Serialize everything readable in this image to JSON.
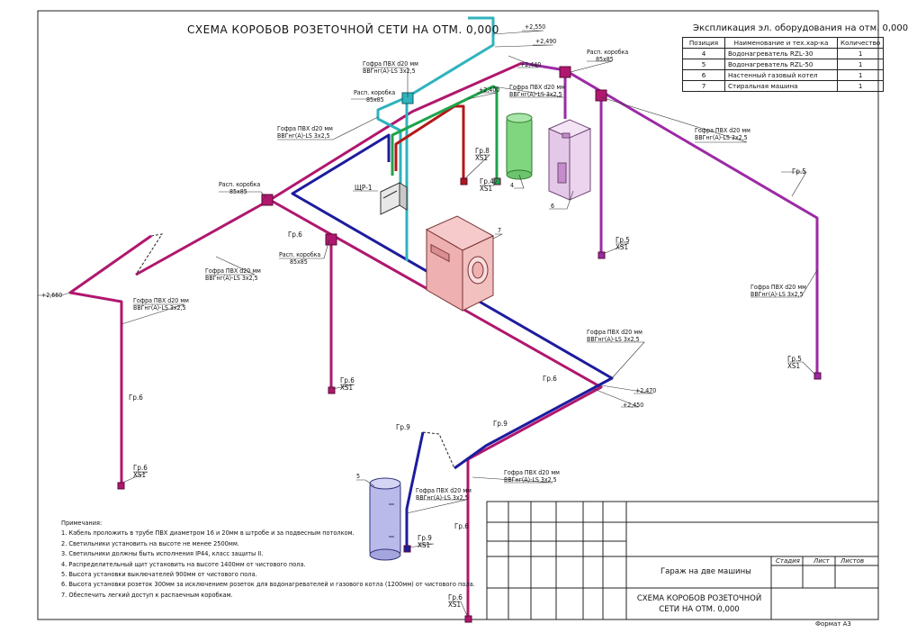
{
  "title": "СХЕМА КОРОБОВ РОЗЕТОЧНОЙ СЕТИ НА ОТМ. 0,000",
  "spec": {
    "title": "Экспликация эл. оборудования на отм. 0,000",
    "headers": [
      "Позиция",
      "Наименование и тех.хар-ка",
      "Количество"
    ],
    "rows": [
      [
        "4",
        "Водонагреватель RZL-30",
        "1"
      ],
      [
        "5",
        "Водонагреватель RZL-50",
        "1"
      ],
      [
        "6",
        "Настенный газовый котел",
        "1"
      ],
      [
        "7",
        "Стиральная машина",
        "1"
      ]
    ]
  },
  "labels": {
    "corr": "Гофра ПВХ d20 мм",
    "cable": "ВВГнг(А)-LS 3х2,5",
    "box": "Расп. коробка",
    "box_size": "85х85",
    "panel": "ЩР-1",
    "gr5": "Гр.5",
    "gr6": "Гр.6",
    "gr8": "Гр.8",
    "gr4": "Гр.4",
    "gr9": "Гр.9",
    "xs1": "XS1",
    "pos4": "4",
    "pos5": "5",
    "pos6": "6",
    "pos7": "7"
  },
  "elevations": {
    "e2550": "+2,550",
    "e2490": "+2,490",
    "e2440": "+2,440",
    "e2400": "+2,400",
    "e2660": "+2,660",
    "e2470": "+2,470",
    "e2450": "+2,450"
  },
  "notes": [
    "Примечания:",
    "1. Кабель проложить в трубе ПВХ диаметром 16 и 20мм в штробе и за подвесным потолком.",
    "2. Светильники установить на высоте не менее 2500мм.",
    "3. Светильники должны быть исполнения IP44, класс защиты II.",
    "4. Распределительный щит установить на высоте 1400мм от чистового пола.",
    "5. Высота установки выключателей 900мм от чистового пола.",
    "6. Высота установки розеток 300мм за исключением розеток для водонагревателей и газового котла (1200мм) от чистового пола.",
    "7. Обеспечить легкий доступ к распаечным коробкам."
  ],
  "title_block": {
    "object": "Гараж на две машины",
    "sheet_title": "СХЕМА КОРОБОВ РОЗЕТОЧНОЙ СЕТИ НА ОТМ. 0,000",
    "stage": "Стадия",
    "sheet": "Лист",
    "sheets": "Листов",
    "format": "Формат  А3"
  },
  "colors": {
    "magenta": "#b0176e",
    "blue": "#1c1c9e",
    "cyan": "#2fb3be",
    "red": "#b41717",
    "green": "#1ea34a",
    "purple": "#9c2aa5"
  }
}
